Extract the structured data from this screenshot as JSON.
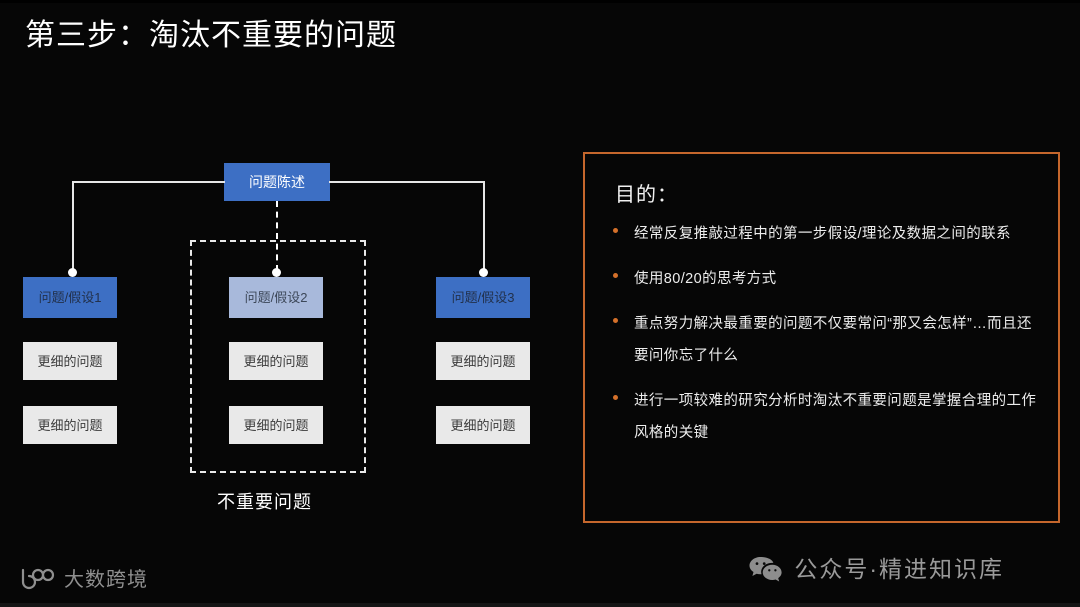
{
  "slide": {
    "title": "第三步：淘汰不重要的问题",
    "background_color": "#060606"
  },
  "diagram": {
    "root": {
      "label": "问题陈述",
      "color": "#3d6fc4"
    },
    "columns": [
      {
        "hypothesis": {
          "label": "问题/假设1",
          "color": "#3d6fc4",
          "style": "dark"
        },
        "sub_items": [
          {
            "label": "更细的问题"
          },
          {
            "label": "更细的问题"
          }
        ]
      },
      {
        "hypothesis": {
          "label": "问题/假设2",
          "color": "#a8b9db",
          "style": "light"
        },
        "sub_items": [
          {
            "label": "更细的问题"
          },
          {
            "label": "更细的问题"
          }
        ]
      },
      {
        "hypothesis": {
          "label": "问题/假设3",
          "color": "#3d6fc4",
          "style": "dark"
        },
        "sub_items": [
          {
            "label": "更细的问题"
          },
          {
            "label": "更细的问题"
          }
        ]
      }
    ],
    "dashed_group": {
      "label": "不重要问题",
      "border_color": "#e9e9e9",
      "encloses_column_index": 1
    },
    "connector_color": "#e6e6e6",
    "sub_item_color": "#e9e9e9"
  },
  "panel": {
    "title": "目的：",
    "border_color": "#c4662c",
    "bullet_color": "#d4702a",
    "bullets": [
      "经常反复推敲过程中的第一步假设/理论及数据之间的联系",
      "使用80/20的思考方式",
      "重点努力解决最重要的问题不仅要常问“那又会怎样”…而且还要问你忘了什么",
      "进行一项较难的研究分析时淘汰不重要问题是掌握合理的工作风格的关键"
    ]
  },
  "footer": {
    "brand": {
      "icon": "infinity-logo-icon",
      "text": "大数跨境"
    },
    "watermark": {
      "icon": "wechat-icon",
      "text": "公众号·精进知识库"
    }
  }
}
